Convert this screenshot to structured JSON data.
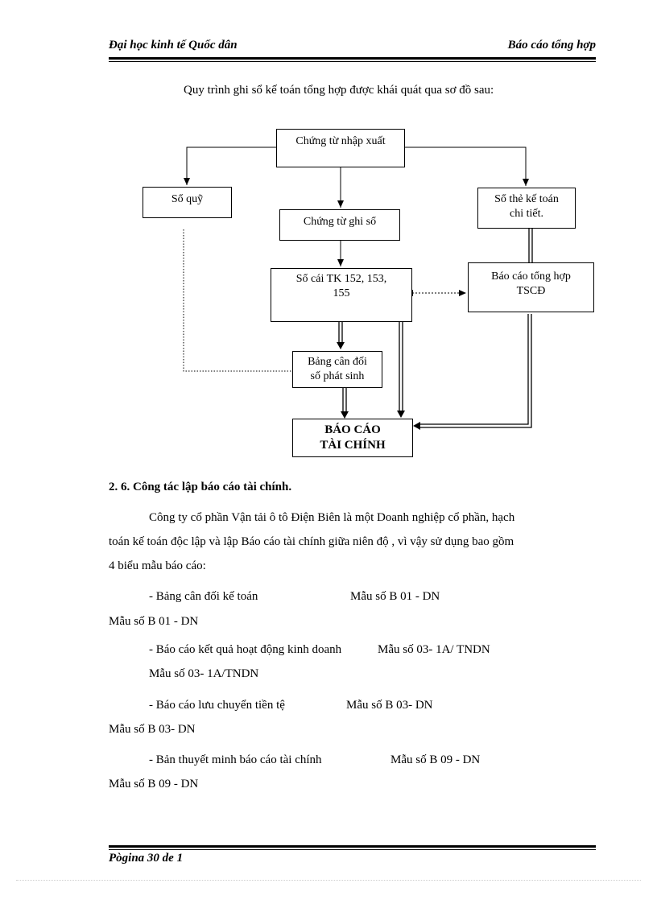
{
  "header": {
    "left": "Đại học kinh tế Quốc dân",
    "right": "Báo cáo tổng hợp"
  },
  "intro": "Quy trình ghi sổ kế toán tổng hợp được khái quát qua sơ đồ sau:",
  "diagram": {
    "chung_tu_nhap_xuat": "Chứng từ nhập xuất",
    "so_quy": "Sổ quỹ",
    "chung_tu_ghi_so": "Chứng từ ghi sổ",
    "so_the_line1": "Sổ thẻ kế toán",
    "so_the_line2": "chi tiết.",
    "so_cai_line1": "Sổ cái TK 152, 153,",
    "so_cai_line2": "155",
    "bao_cao_tong_hop_line1": "Báo cáo tổng hợp",
    "bao_cao_tong_hop_line2": "TSCĐ",
    "bang_can_doi_line1": "Bảng cân đối",
    "bang_can_doi_line2": "số phát sinh",
    "bao_cao_tai_chinh_line1": "BÁO CÁO",
    "bao_cao_tai_chinh_line2": "TÀI CHÍNH"
  },
  "section_title": "2. 6. Công tác lập báo cáo tài chính.",
  "paragraph": "Công ty cổ phần Vận tải ô tô Điện Biên là một Doanh nghiệp cổ phần, hạch toán kế toán độc lập và lập Báo cáo tài chính giữa niên độ , vì vậy sử dụng bao gồm 4 biểu mẫu báo cáo:",
  "paragraph_l1": "Công ty cổ phần Vận tải ô tô Điện Biên là một Doanh nghiệp cổ phần, hạch",
  "paragraph_l2": "toán kế toán độc lập và lập Báo cáo tài chính giữa niên độ , vì vậy sử dụng bao gồm",
  "paragraph_l3": "4 biểu mẫu báo cáo:",
  "reports": [
    {
      "name": "- Bảng cân đối kế toán",
      "form": "Mẫu số B 01 - DN",
      "form_wrap": "Mẫu số B 01 - DN"
    },
    {
      "name": "- Báo cáo kết quả hoạt động kinh doanh",
      "form": "Mẫu  số 03- 1A/ TNDN",
      "form_wrap": "Mẫu số  03- 1A/TNDN"
    },
    {
      "name": "- Báo cáo lưu chuyển tiền tệ",
      "form": "Mẫu số B 03- DN",
      "form_wrap": "Mẫu số B 03- DN"
    },
    {
      "name": "- Bản thuyết minh báo cáo tài chính",
      "form": "Mẫu số B 09 - DN",
      "form_wrap": "Mẫu số B 09 - DN"
    }
  ],
  "footer": "Pògina 30 de 1"
}
